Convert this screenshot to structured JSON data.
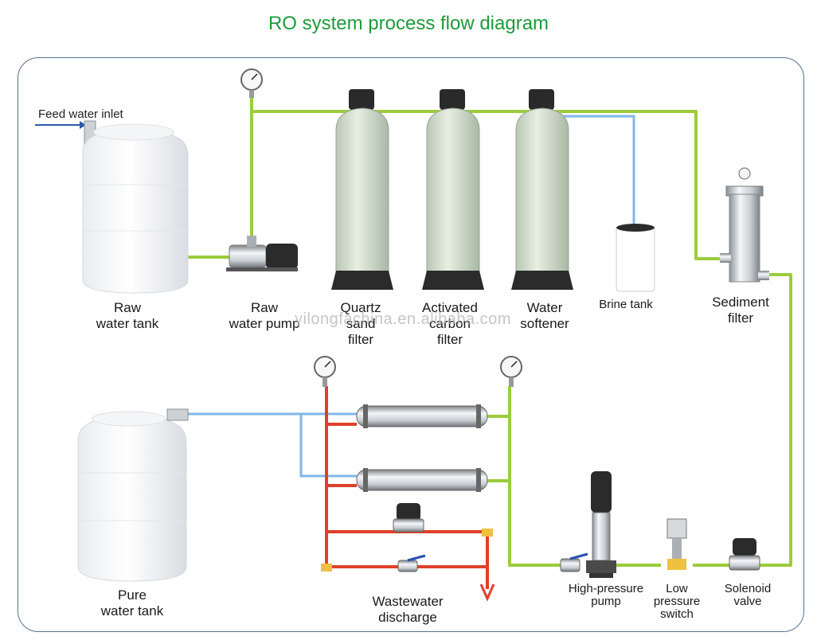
{
  "title": "RO system process flow diagram",
  "watermark": "yilongfachina.en.alibaba.com",
  "labels": {
    "feed_water_inlet": "Feed water inlet",
    "raw_water_tank": [
      "Raw",
      "water tank"
    ],
    "raw_water_pump": [
      "Raw",
      "water pump"
    ],
    "quartz_sand_filter": [
      "Quartz",
      "sand",
      "filter"
    ],
    "activated_carbon_filter": [
      "Activated",
      "carbon",
      "filter"
    ],
    "water_softener": [
      "Water",
      "softener"
    ],
    "brine_tank": "Brine tank",
    "sediment_filter": [
      "Sediment",
      "filter"
    ],
    "pure_water_tank": [
      "Pure",
      "water tank"
    ],
    "wastewater_discharge": [
      "Wastewater",
      "discharge"
    ],
    "high_pressure_pump": [
      "High-pressure",
      "pump"
    ],
    "low_pressure_switch": [
      "Low",
      "pressure",
      "switch"
    ],
    "solenoid_valve": [
      "Solenoid",
      "valve"
    ]
  },
  "colors": {
    "title": "#1f9a3c",
    "feed_pipe": "#9ccc3c",
    "permeate_pipe": "#7fb7e8",
    "concentrate_pipe": "#e0402a",
    "frame": "#5a6f8c"
  },
  "icons": [
    "pressure-gauge-icon",
    "control-valve-icon",
    "arrow-down-icon"
  ]
}
